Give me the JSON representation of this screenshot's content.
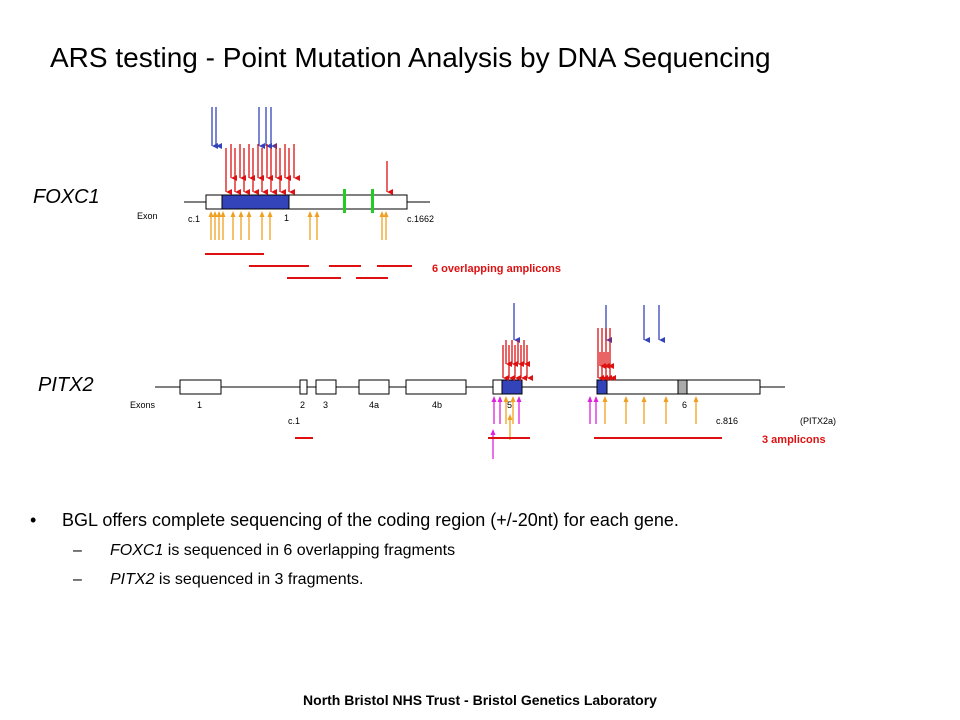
{
  "title": "ARS testing - Point Mutation Analysis by DNA Sequencing",
  "colors": {
    "red": "#dd1111",
    "blue": "#3344bb",
    "orange": "#f0a020",
    "magenta": "#dd22dd",
    "green": "#22cc22",
    "grey": "#aaaaaa"
  },
  "foxc1": {
    "gene": "FOXC1",
    "exon_label": "Exon",
    "start_label": "c.1",
    "exon_number": "1",
    "end_label": "c.1662",
    "amplicon_label": "6 overlapping amplicons",
    "amplicon_count": 6
  },
  "pitx2": {
    "gene": "PITX2",
    "exons_label": "Exons",
    "exon_numbers": [
      "1",
      "2",
      "3",
      "4a",
      "4b",
      "5",
      "6"
    ],
    "start_label": "c.1",
    "end_label": "c.816",
    "isoform_label": "(PITX2a)",
    "amplicon_label": "3 amplicons",
    "amplicon_count": 3
  },
  "bullets": {
    "main": "BGL offers complete sequencing of the coding region (+/-20nt) for each gene.",
    "sub": [
      {
        "gene": "FOXC1",
        "text": " is sequenced in 6 overlapping fragments"
      },
      {
        "gene": "PITX2",
        "text": " is sequenced in 3 fragments."
      }
    ]
  },
  "footer": "North Bristol NHS Trust - Bristol Genetics Laboratory"
}
